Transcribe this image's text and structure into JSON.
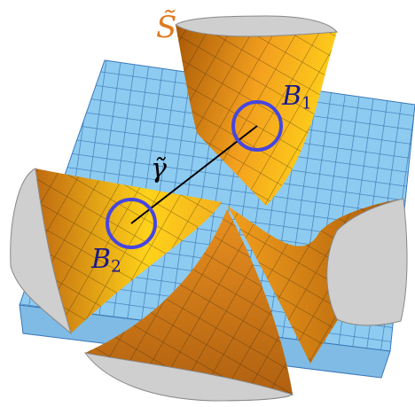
{
  "figure": {
    "labels": {
      "surface": "S̃",
      "curve": "γ̃",
      "ball1_letter": "B",
      "ball1_index": "1",
      "ball2_letter": "B",
      "ball2_index": "2"
    },
    "colors": {
      "surface_label": "#e07a1f",
      "ball_label": "#1a1a8c",
      "ball_outline": "#4646e0",
      "curve_label": "#000000",
      "plane_fill": "#8ecbf0",
      "plane_grid": "#3a78b8",
      "surface_light": "#ffd21a",
      "surface_mid": "#f3a01e",
      "surface_dark": "#a85808",
      "surface_grid": "#3a2a12",
      "cut_face": "#cfcfcf",
      "curve_line": "#000000"
    }
  }
}
